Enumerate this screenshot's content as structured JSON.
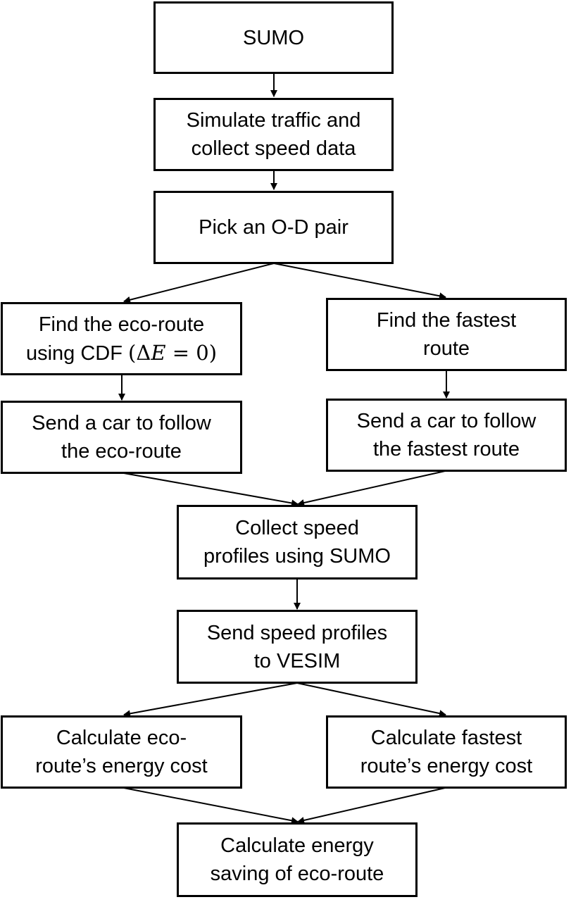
{
  "diagram": {
    "nodes": {
      "sumo": {
        "lines": [
          "SUMO"
        ]
      },
      "simulate": {
        "lines": [
          "Simulate traffic and",
          "collect speed data"
        ]
      },
      "pick": {
        "lines": [
          "Pick an O-D pair"
        ]
      },
      "find_eco": {
        "line1": "Find the eco-route",
        "line2_text": "using CDF",
        "line2_math": {
          "open": "(",
          "delta": "Δ",
          "var": "E",
          "eq": " = ",
          "zero": "0",
          "close": ")"
        }
      },
      "find_fast": {
        "lines": [
          "Find the fastest",
          "route"
        ]
      },
      "send_eco": {
        "lines": [
          "Send a car to follow",
          "the eco-route"
        ]
      },
      "send_fast": {
        "lines": [
          "Send a car to follow",
          "the fastest route"
        ]
      },
      "collect": {
        "lines": [
          "Collect speed",
          "profiles using SUMO"
        ]
      },
      "send_vesim": {
        "lines": [
          "Send speed profiles",
          "to VESIM"
        ]
      },
      "calc_eco": {
        "lines": [
          "Calculate eco-",
          "route’s energy cost"
        ]
      },
      "calc_fast": {
        "lines": [
          "Calculate fastest",
          "route’s energy cost"
        ]
      },
      "calc_saving": {
        "lines": [
          "Calculate energy",
          "saving of eco-route"
        ]
      }
    },
    "edges": [
      [
        "sumo",
        "simulate"
      ],
      [
        "simulate",
        "pick"
      ],
      [
        "pick",
        "find_eco"
      ],
      [
        "pick",
        "find_fast"
      ],
      [
        "find_eco",
        "send_eco"
      ],
      [
        "find_fast",
        "send_fast"
      ],
      [
        "send_eco",
        "collect"
      ],
      [
        "send_fast",
        "collect"
      ],
      [
        "collect",
        "send_vesim"
      ],
      [
        "send_vesim",
        "calc_eco"
      ],
      [
        "send_vesim",
        "calc_fast"
      ],
      [
        "calc_eco",
        "calc_saving"
      ],
      [
        "calc_fast",
        "calc_saving"
      ]
    ]
  }
}
